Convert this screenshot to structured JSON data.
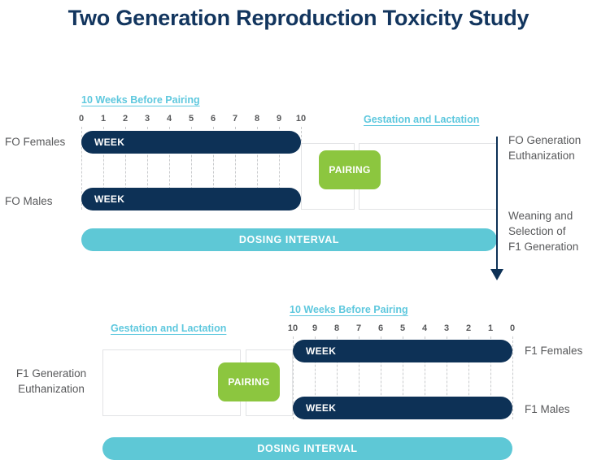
{
  "title": "Two Generation Reproduction Toxicity Study",
  "colors": {
    "navy": "#0d3156",
    "green": "#8cc63f",
    "cyan": "#5ec8d6",
    "heading_cyan": "#5ec8de",
    "text_gray": "#58595b",
    "grid_gray": "#c9cbcd"
  },
  "top": {
    "scale_heading": "10 Weeks Before Pairing",
    "gestation_heading": "Gestation and Lactation",
    "ticks": [
      "0",
      "1",
      "2",
      "3",
      "4",
      "5",
      "6",
      "7",
      "8",
      "9",
      "10"
    ],
    "rows": [
      {
        "label": "FO Females",
        "bar_label": "WEEK"
      },
      {
        "label": "FO Males",
        "bar_label": "WEEK"
      }
    ],
    "pairing_label": "PAIRING",
    "dosing_label": "DOSING INTERVAL",
    "notes": [
      "FO Generation\nEuthanization",
      "Weaning and\nSelection of\nF1 Generation"
    ],
    "note_euthanization_line1": "FO Generation",
    "note_euthanization_line2": "Euthanization",
    "note_weaning_line1": "Weaning and",
    "note_weaning_line2": "Selection of",
    "note_weaning_line3": "F1 Generation"
  },
  "bottom": {
    "scale_heading": "10 Weeks Before Pairing",
    "gestation_heading": "Gestation and Lactation",
    "ticks": [
      "10",
      "9",
      "8",
      "7",
      "6",
      "5",
      "4",
      "3",
      "2",
      "1",
      "0"
    ],
    "rows": [
      {
        "label": "F1 Females",
        "bar_label": "WEEK"
      },
      {
        "label": "F1 Males",
        "bar_label": "WEEK"
      }
    ],
    "pairing_label": "PAIRING",
    "dosing_label": "DOSING INTERVAL",
    "note_euthanization_line1": "F1 Generation",
    "note_euthanization_line2": "Euthanization"
  },
  "chart_data": {
    "type": "table",
    "title": "Two Generation Reproduction Toxicity Study",
    "timelines": [
      {
        "name": "F0 generation",
        "axis_label": "10 Weeks Before Pairing",
        "axis_ticks": [
          0,
          1,
          2,
          3,
          4,
          5,
          6,
          7,
          8,
          9,
          10
        ],
        "axis_direction": "left-to-right",
        "tracks": [
          {
            "name": "FO Females",
            "segment": "WEEK",
            "start": 0,
            "end": 10
          },
          {
            "name": "FO Males",
            "segment": "WEEK",
            "start": 0,
            "end": 10
          }
        ],
        "events": [
          "PAIRING",
          "Gestation and Lactation",
          "FO Generation Euthanization",
          "Weaning and Selection of F1 Generation"
        ],
        "dosing_interval": "DOSING INTERVAL"
      },
      {
        "name": "F1 generation",
        "axis_label": "10 Weeks Before Pairing",
        "axis_ticks": [
          10,
          9,
          8,
          7,
          6,
          5,
          4,
          3,
          2,
          1,
          0
        ],
        "axis_direction": "right-to-left",
        "tracks": [
          {
            "name": "F1 Females",
            "segment": "WEEK",
            "start": 10,
            "end": 0
          },
          {
            "name": "F1 Males",
            "segment": "WEEK",
            "start": 10,
            "end": 0
          }
        ],
        "events": [
          "PAIRING",
          "Gestation and Lactation",
          "F1 Generation Euthanization"
        ],
        "dosing_interval": "DOSING INTERVAL"
      }
    ]
  }
}
